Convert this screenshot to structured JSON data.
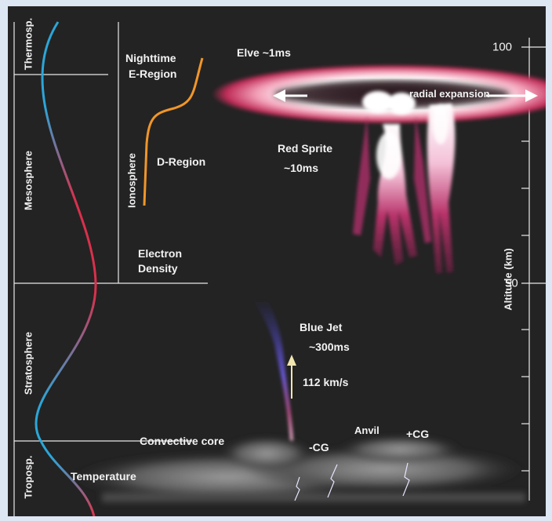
{
  "layers": {
    "thermosphere": "Thermosp.",
    "mesosphere": "Mesosphere",
    "stratosphere": "Stratosphere",
    "troposphere": "Troposp."
  },
  "ionosphere": {
    "axis_label": "Ionosphere",
    "nighttime_line1": "Nighttime",
    "nighttime_line2": "E-Region",
    "d_region": "D-Region",
    "density_line1": "Electron",
    "density_line2": "Density"
  },
  "phenomena": {
    "elve": "Elve ~1ms",
    "radial": "radial expansion",
    "red_sprite": "Red Sprite",
    "red_sprite_time": "~10ms",
    "blue_jet": "Blue Jet",
    "blue_jet_time": "~300ms",
    "blue_jet_speed": "112 km/s"
  },
  "storm": {
    "core": "Convective core",
    "anvil": "Anvil",
    "neg_cg": "-CG",
    "pos_cg": "+CG",
    "temperature": "Temperature"
  },
  "altitude_axis": {
    "label": "Altitude (km)",
    "tick_100": "100",
    "tick_50": "50"
  },
  "colors": {
    "background": "#232323",
    "ionosphere_curve": "#f0962a",
    "temperature_cold": "#2ba6d8",
    "temperature_warm": "#e0334a",
    "sprite": "#b3336a",
    "blue_jet": "#6e5ad8"
  }
}
